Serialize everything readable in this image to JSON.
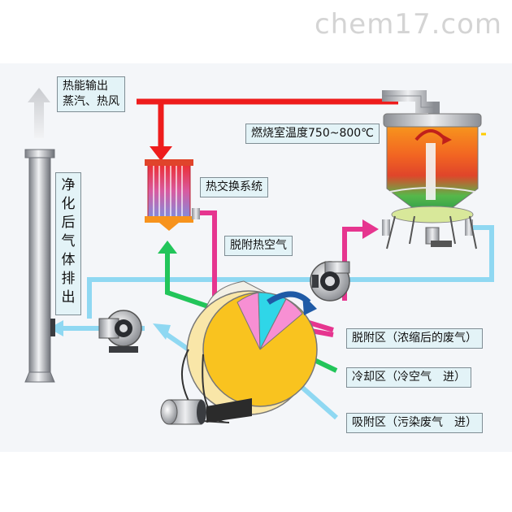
{
  "watermark": "chem17.com",
  "labels": {
    "heat_output_line1": "热能输出",
    "heat_output_line2": "蒸汽、热风",
    "combustion": "燃烧室温度750~800℃",
    "heat_exchange": "热交换系统",
    "desorb_air": "脱附热空气",
    "exhaust_vertical": [
      "净",
      "化",
      "后",
      "气",
      "体",
      "排",
      "出"
    ],
    "desorb_zone": "脱附区（浓缩后的废气）",
    "cooling_zone": "冷却区（冷空气　进）",
    "adsorb_zone": "吸附区（污染废气　进）"
  },
  "colors": {
    "red_pipe": "#ee1c1c",
    "green_flow": "#22c55a",
    "magenta_flow": "#e6358f",
    "light_blue_flow": "#8fd8f2",
    "rotor_yellow": "#f9c31f",
    "rotor_pink": "#f78fd3",
    "rotor_cyan": "#2fd6e8",
    "label_bg": "#e3f3f7"
  },
  "icons": [
    "up-arrow-icon",
    "fan-icon",
    "rotation-arrow-icon",
    "motor-icon"
  ]
}
